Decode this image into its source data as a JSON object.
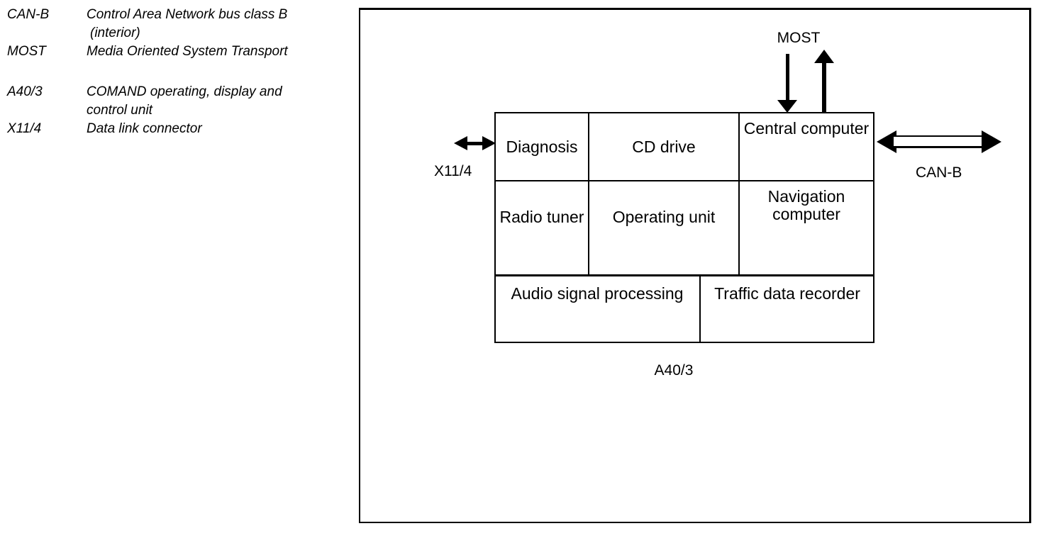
{
  "legend": {
    "entries": [
      {
        "term": "CAN-B",
        "def_line1": "Control Area Network bus class B",
        "def_line2": "(interior)"
      },
      {
        "term": "MOST",
        "def_line1": "Media Oriented System Transport",
        "def_line2": ""
      },
      {
        "term": "A40/3",
        "def_line1": "COMAND operating, display and",
        "def_line2": "control unit"
      },
      {
        "term": "X11/4",
        "def_line1": "Data link connector",
        "def_line2": ""
      }
    ]
  },
  "diagram": {
    "top_bus_label": "MOST",
    "right_bus_label": "CAN-B",
    "left_connector_label": "X11/4",
    "unit_designation": "A40/3",
    "blocks": {
      "diagnosis": "Diagnosis",
      "cd_drive": "CD drive",
      "central_computer": "Central computer",
      "radio_tuner": "Radio tuner",
      "operating_unit": "Operating unit",
      "navigation_computer": "Navigation computer",
      "audio_signal_processing": "Audio signal processing",
      "traffic_data_recorder": "Traffic data recorder"
    },
    "colors": {
      "line": "#000000",
      "background": "#ffffff"
    }
  }
}
